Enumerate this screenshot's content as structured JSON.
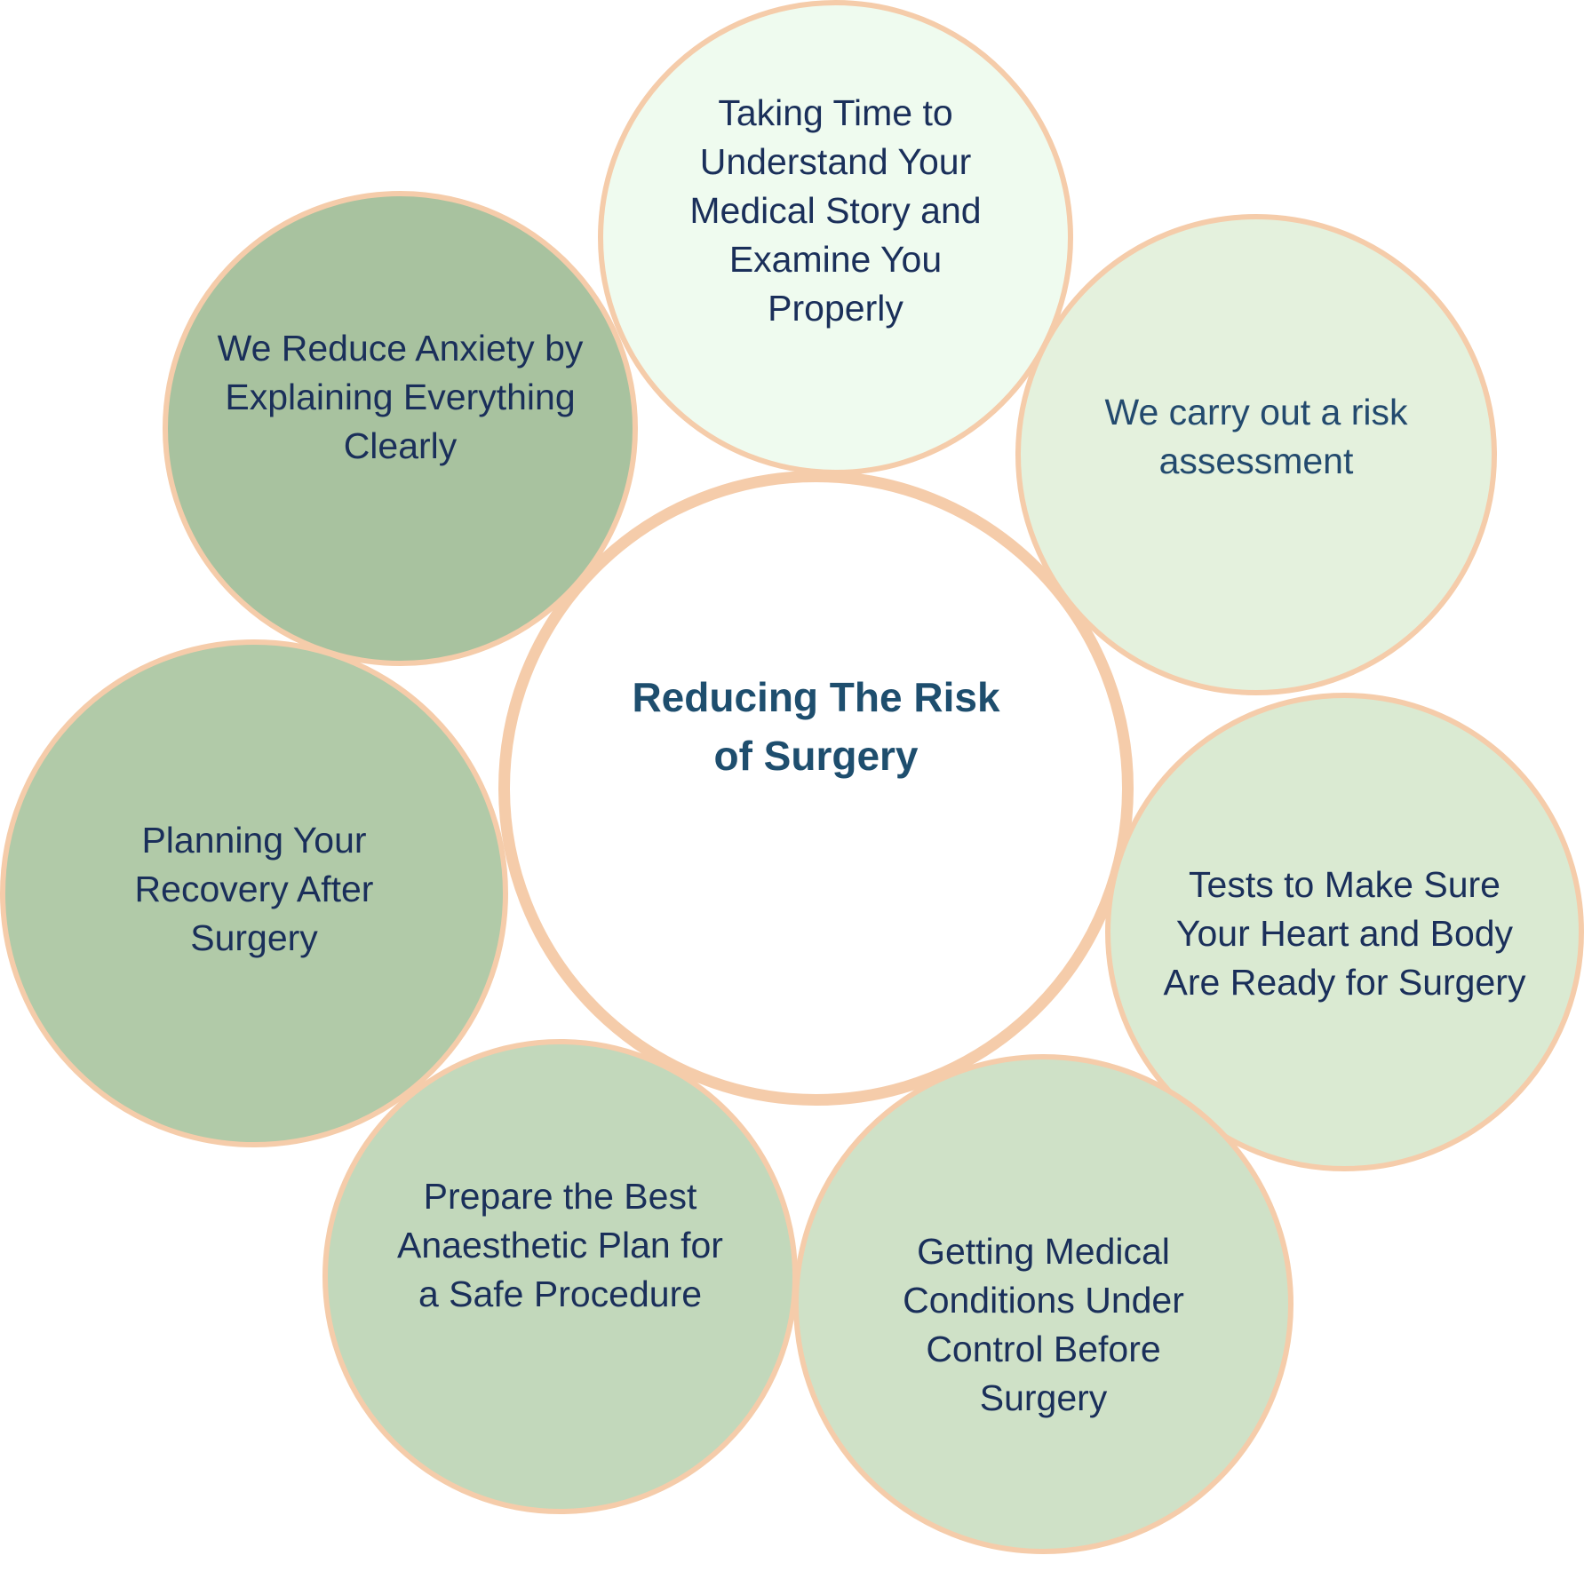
{
  "diagram": {
    "center": {
      "label": "Reducing The Risk of Surgery",
      "color": "#ffffff"
    },
    "nodes": [
      {
        "id": "top",
        "label": "Taking Time to Understand Your Medical Story and Examine You Properly",
        "color": "#effbef"
      },
      {
        "id": "topleft",
        "label": "We Reduce Anxiety by Explaining Everything Clearly",
        "color": "#a8c29f"
      },
      {
        "id": "right",
        "label": "We carry out a risk assessment",
        "color": "#e4f1dd"
      },
      {
        "id": "left",
        "label": "Planning Your Recovery After Surgery",
        "color": "#b1caa8"
      },
      {
        "id": "rightlow",
        "label": "Tests to Make Sure Your Heart and Body Are Ready for Surgery",
        "color": "#daead2"
      },
      {
        "id": "bottomleft",
        "label": "Prepare the Best Anaesthetic Plan for a Safe Procedure",
        "color": "#c2d8bb"
      },
      {
        "id": "bottomright",
        "label": "Getting Medical Conditions Under Control Before Surgery",
        "color": "#cfe1c7"
      }
    ],
    "border_color": "#f5ccaa",
    "text_color": "#1a2f5a"
  }
}
